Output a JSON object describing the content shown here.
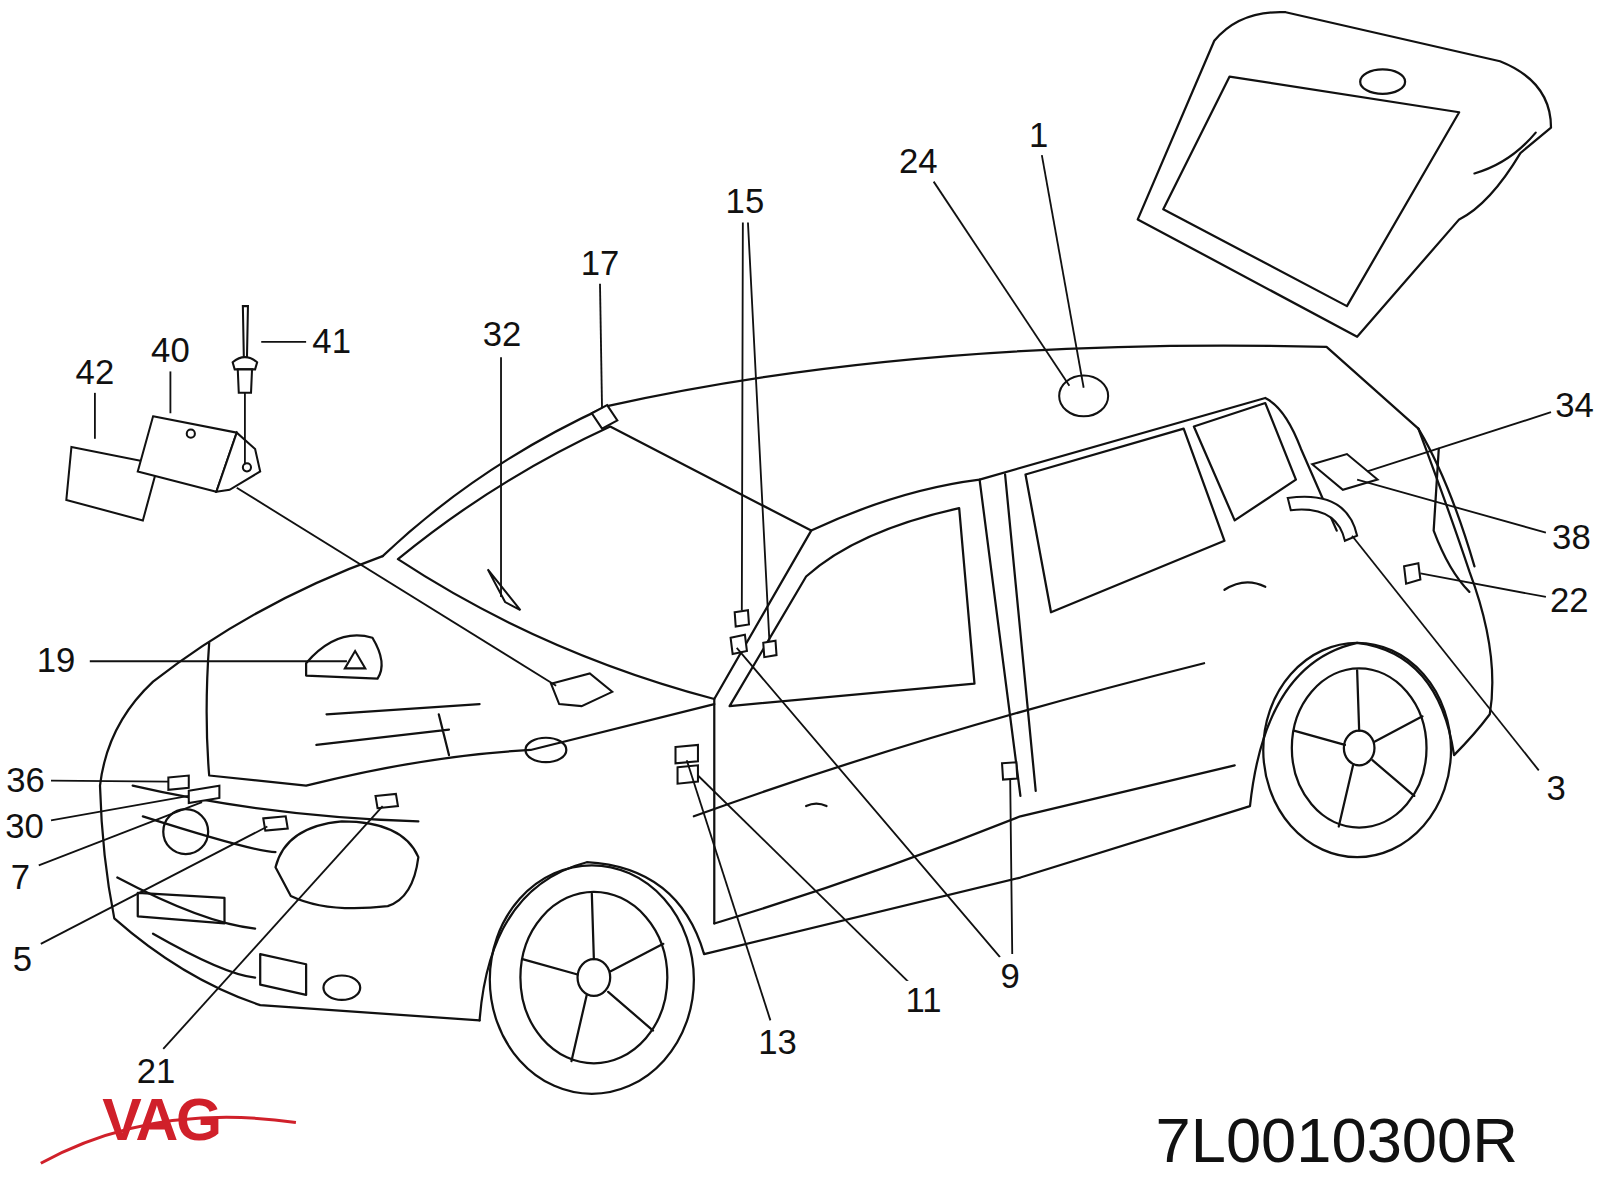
{
  "diagram": {
    "labels": [
      "1",
      "24",
      "15",
      "17",
      "32",
      "41",
      "40",
      "42",
      "34",
      "38",
      "22",
      "19",
      "36",
      "30",
      "7",
      "5",
      "21",
      "13",
      "11",
      "9",
      "3",
      "VAG",
      "7L0010300R"
    ]
  }
}
